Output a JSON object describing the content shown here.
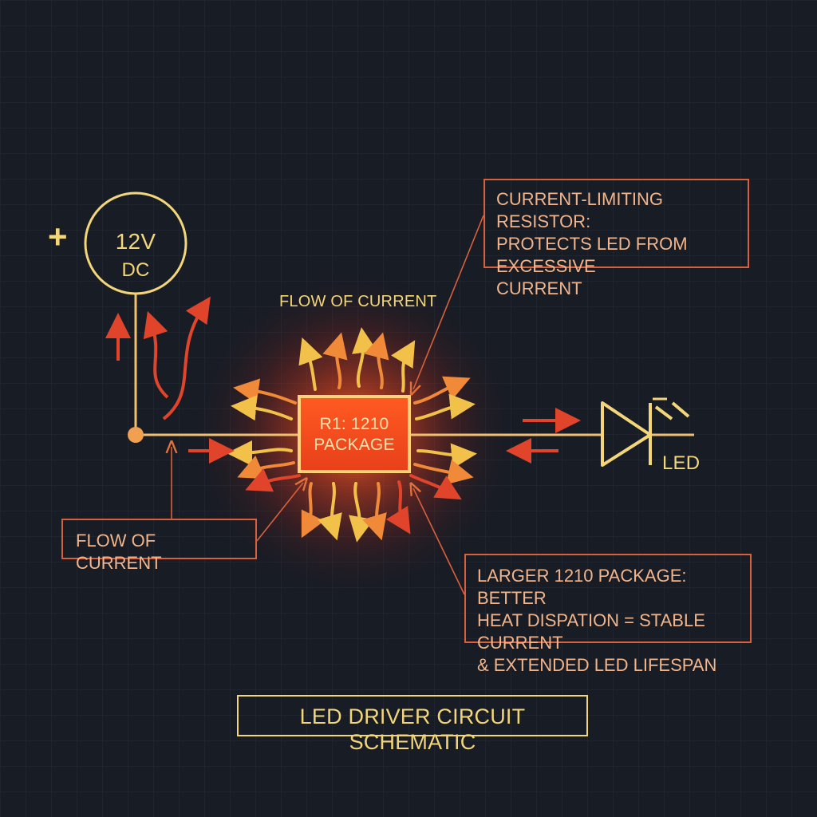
{
  "source": {
    "voltage_label": "12V",
    "type_label": "DC",
    "polarity_label": "+"
  },
  "resistor": {
    "line1": "R1: 1210",
    "line2": "PACKAGE"
  },
  "led": {
    "label": "LED"
  },
  "flow_labels": {
    "top": "FLOW OF CURRENT",
    "bottom": "FLOW OF CURRENT"
  },
  "callouts": {
    "resistor_purpose": [
      "CURRENT-LIMITING RESISTOR:",
      "PROTECTS LED FROM EXCESSIVE",
      "CURRENT"
    ],
    "package_benefit": [
      "LARGER 1210 PACKAGE: BETTER",
      "HEAT DISPATION = STABLE CURRENT",
      "& EXTENDED LED LIFESPAN"
    ]
  },
  "title": "LED DRIVER CIRCUIT SCHEMATIC",
  "colors": {
    "background": "#181c25",
    "grid": "#262b36",
    "wire": "#f0c070",
    "accent_yellow": "#f3d67a",
    "accent_red": "#e0452c",
    "callout_border": "#d9603c",
    "resistor_glow": "#ff6a2a"
  }
}
